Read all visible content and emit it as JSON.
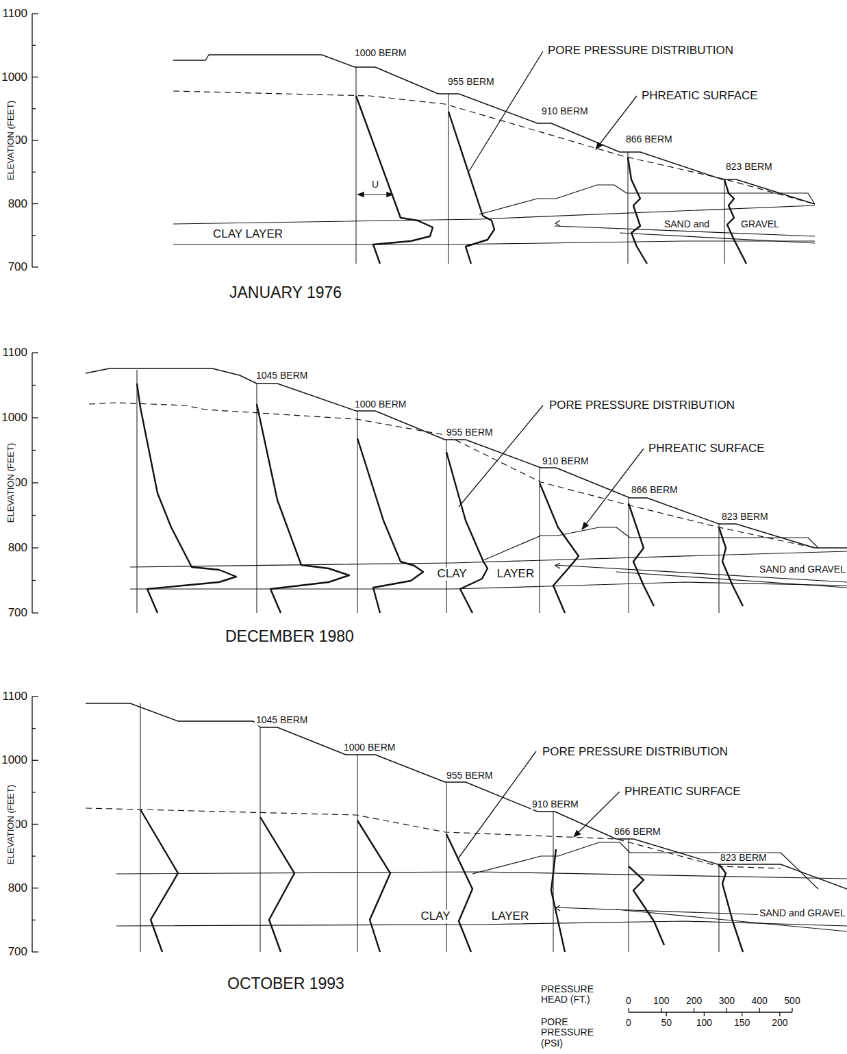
{
  "diagram": {
    "labels": [
      "1100",
      "1000",
      "900",
      "800",
      "700",
      "ELEVATION (FEET)",
      "1000 BERM",
      "955 BERM",
      "910 BERM",
      "866 BERM",
      "823 BERM",
      "PORE PRESSURE DISTRIBUTION",
      "PHREATIC SURFACE",
      "U",
      "CLAY LAYER",
      "SAND and",
      "GRAVEL",
      "JANUARY 1976",
      "1100",
      "1000",
      "900",
      "800",
      "700",
      "ELEVATION (FEET)",
      "1045 BERM",
      "1000 BERM",
      "955 BERM",
      "910 BERM",
      "866 BERM",
      "823 BERM",
      "PORE PRESSURE DISTRIBUTION",
      "PHREATIC SURFACE",
      "CLAY",
      "LAYER",
      "SAND and GRAVEL",
      "DECEMBER 1980",
      "1100",
      "1000",
      "900",
      "800",
      "700",
      "ELEVATION (FEET)",
      "1045 BERM",
      "1000 BERM",
      "955 BERM",
      "910 BERM",
      "866 BERM",
      "823 BERM",
      "PORE PRESSURE DISTRIBUTION",
      "PHREATIC SURFACE",
      "CLAY",
      "LAYER",
      "SAND and GRAVEL",
      "OCTOBER 1993",
      "PRESSURE HEAD (FT.)",
      "0",
      "100",
      "200",
      "300",
      "400",
      "500",
      "PORE PRESSURE (PSI)",
      "0",
      "50",
      "100",
      "150",
      "200"
    ]
  }
}
